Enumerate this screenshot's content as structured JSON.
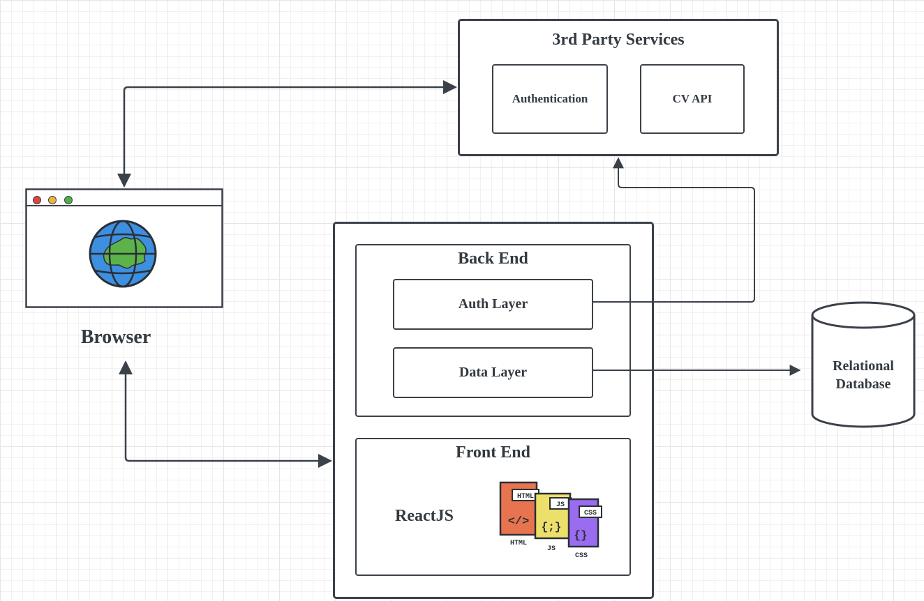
{
  "third_party": {
    "title": "3rd Party Services",
    "authentication": "Authentication",
    "cv_api": "CV API"
  },
  "browser": {
    "label": "Browser"
  },
  "app": {
    "back_end": {
      "title": "Back End",
      "auth_layer": "Auth Layer",
      "data_layer": "Data Layer"
    },
    "front_end": {
      "title": "Front End",
      "framework": "ReactJS",
      "files": [
        {
          "tag": "HTML",
          "glyph": "</>",
          "caption": "HTML",
          "color": "#e8744f"
        },
        {
          "tag": "JS",
          "glyph": "{;}",
          "caption": "JS",
          "color": "#ece06a"
        },
        {
          "tag": "CSS",
          "glyph": "{}",
          "caption": "CSS",
          "color": "#9a6cf0"
        }
      ]
    }
  },
  "database": {
    "label_line1": "Relational",
    "label_line2": "Database"
  },
  "colors": {
    "line": "#3b4149",
    "globe_ocean": "#3d8fe0",
    "globe_land": "#5cb34a",
    "dot_red": "#e0443c",
    "dot_yellow": "#f0b43c",
    "dot_green": "#4fb04a"
  }
}
